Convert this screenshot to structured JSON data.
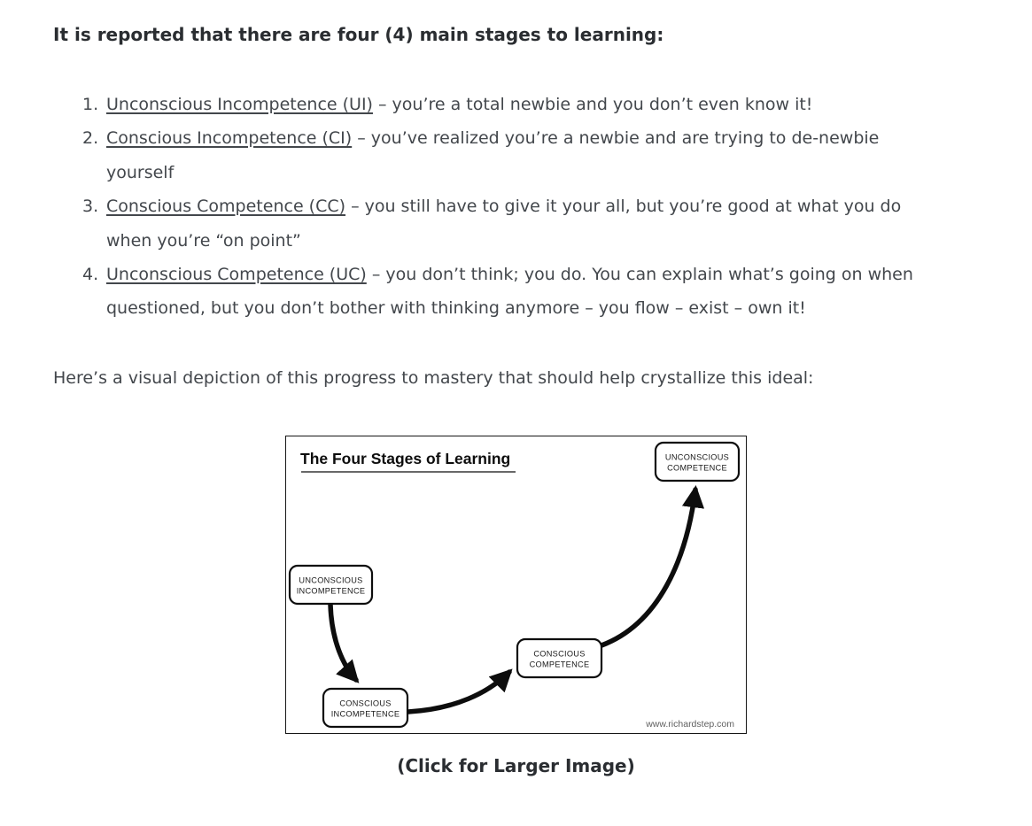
{
  "page": {
    "heading": "It is reported that there are four (4) main stages to learning:",
    "list": [
      {
        "number": "1.",
        "link": "Unconscious Incompetence (UI)",
        "rest": " – you’re a total newbie and you don’t even know it!"
      },
      {
        "number": "2.",
        "link": "Conscious Incompetence (CI)",
        "rest": " – you’ve realized you’re a newbie and are trying to de-newbie yourself"
      },
      {
        "number": "3.",
        "link": "Conscious Competence (CC)",
        "rest": " – you still have to give it your all, but you’re good at what you do when you’re “on point”"
      },
      {
        "number": "4.",
        "link": "Unconscious Competence (UC)",
        "rest": " – you don’t think; you do.  You can explain what’s going on when questioned, but you don’t bother with thinking anymore – you flow – exist – own it!"
      }
    ],
    "paragraph": "Here’s a visual depiction of this progress to mastery that should help crystallize this ideal:",
    "caption": "(Click for Larger Image)"
  },
  "diagram": {
    "title": "The Four Stages of Learning",
    "watermark": "www.richardstep.com",
    "boxes": [
      {
        "id": "unconscious-incompetence",
        "line1": "UNCONSCIOUS",
        "line2": "INCOMPETENCE"
      },
      {
        "id": "conscious-incompetence",
        "line1": "CONSCIOUS",
        "line2": "INCOMPETENCE"
      },
      {
        "id": "conscious-competence",
        "line1": "CONSCIOUS",
        "line2": "COMPETENCE"
      },
      {
        "id": "unconscious-competence",
        "line1": "UNCONSCIOUS",
        "line2": "COMPETENCE"
      }
    ],
    "colors": {
      "ink": "#0d0d0d",
      "body_text": "#43474c",
      "heading_text": "#2a2d31",
      "watermark_text": "#5f5f5f",
      "background": "#ffffff"
    }
  }
}
